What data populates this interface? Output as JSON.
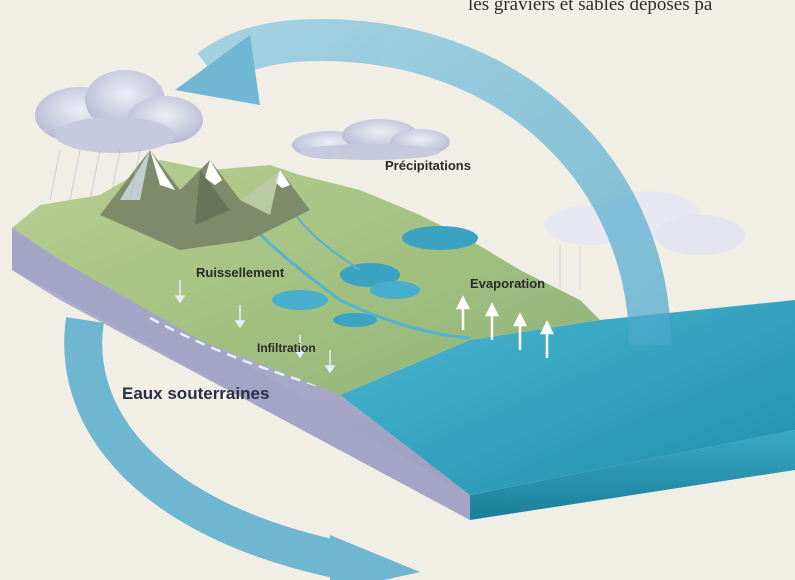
{
  "page": {
    "caption_fragment": "les graviers et sables déposés pa"
  },
  "diagram": {
    "labels": {
      "precipitations": "Précipitations",
      "ruissellement": "Ruissellement",
      "evaporation": "Evaporation",
      "infiltration": "Infiltration",
      "eaux_souterraines": "Eaux souterraines"
    }
  },
  "colors": {
    "arrow": "#5fb4d4",
    "sea": "#2f9fbf",
    "land": "#9fbf7f",
    "block_side": "#a8a9c8",
    "cloud": "#cfd0e4"
  }
}
